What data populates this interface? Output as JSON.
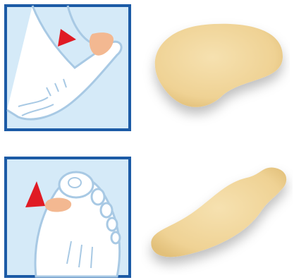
{
  "panels": [
    {
      "name": "heel-foot-illustration",
      "arrow_color": "#e01b24",
      "pad_color": "#f3b891"
    },
    {
      "name": "bunion-foot-illustration",
      "arrow_color": "#e01b24",
      "pad_color": "#f3b891"
    }
  ],
  "products": [
    {
      "name": "kidney-shaped-gel-pad",
      "color": "#f1d79a"
    },
    {
      "name": "elongated-gel-pad",
      "color": "#f1d79a"
    }
  ],
  "frame_color": "#1c5ba6",
  "background_color": "#d5eaf8"
}
